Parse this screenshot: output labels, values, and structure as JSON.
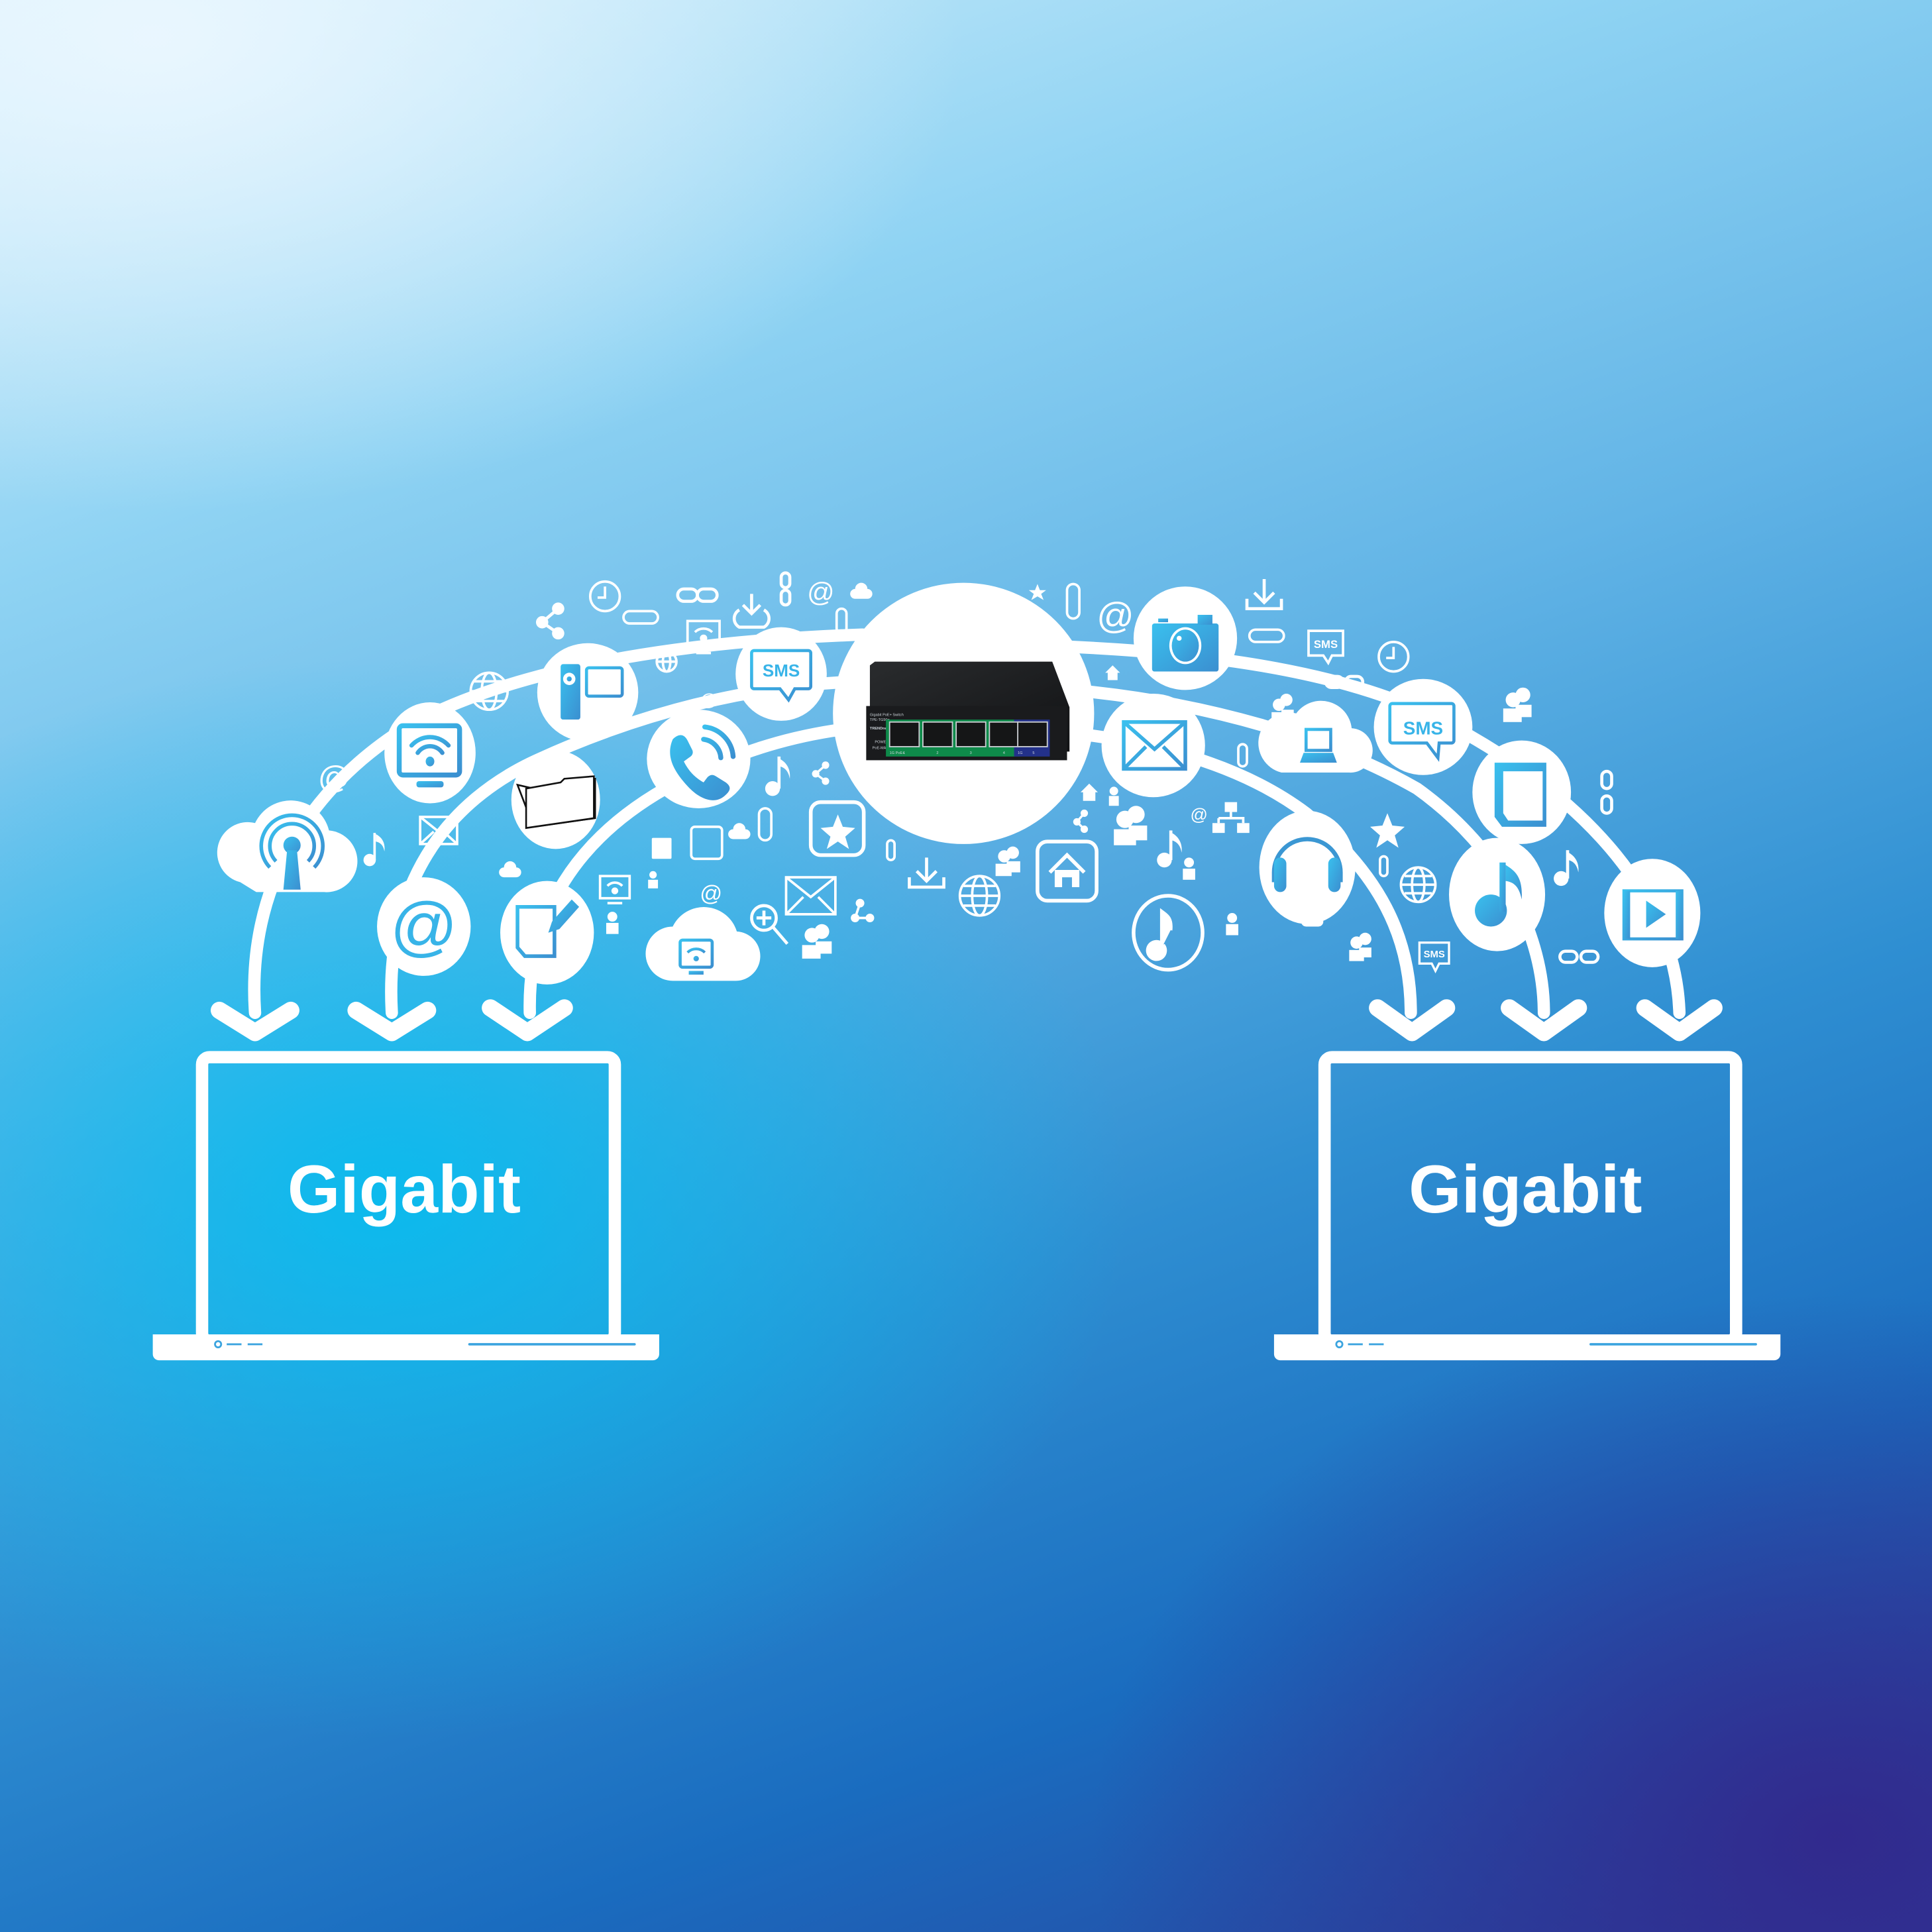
{
  "scene": {
    "description": "Two laptops connected through a central gigabit PoE+ switch by arcs of app/data icons",
    "colors": {
      "bg_top_left": "#d6f0fb",
      "bg_mid_left": "#00bef0",
      "bg_bottom_right": "#2a3f9a",
      "icon_blue": "#38b4e8",
      "icon_blue_dark": "#3b97d3",
      "line_white": "#ffffff"
    }
  },
  "left_laptop": {
    "screen_text": "Gigabit"
  },
  "right_laptop": {
    "screen_text": "Gigabit"
  },
  "switch": {
    "brand": "TRENDnet",
    "product_label": "Gigabit PoE+ Switch",
    "model": "TPE-TG50g",
    "legend": [
      "LINK/ACT",
      "1G LINK",
      "ACT",
      "10/100M LINK",
      "ACT",
      "PoE",
      "POWER OK",
      "POWER FAIL"
    ],
    "status_leds": [
      "POWER",
      "PoE-MAX"
    ],
    "port_group_label_poe": "1G PoE+",
    "port_group_label_uplink": "1G",
    "ports": [
      "1",
      "2",
      "3",
      "4",
      "5"
    ]
  },
  "bubbles": {
    "sms_1": "SMS",
    "sms_2": "SMS",
    "sms_small_1": "SMS",
    "sms_small_2": "SMS"
  },
  "icons_left": [
    "cloud-broadcast",
    "wifi-monitor",
    "video-camera",
    "sms",
    "folder",
    "phone",
    "at-sign",
    "document-edit",
    "cloud-wifi"
  ],
  "icons_right": [
    "camera",
    "envelope",
    "cloud-laptop",
    "sms",
    "document",
    "headphones",
    "music-note",
    "video-play"
  ],
  "decorative_icons": [
    "at",
    "envelope",
    "music",
    "share",
    "clock",
    "paperclip",
    "link",
    "download",
    "globe",
    "rss",
    "user",
    "users",
    "star",
    "home",
    "cloud",
    "zoom-in",
    "network"
  ]
}
